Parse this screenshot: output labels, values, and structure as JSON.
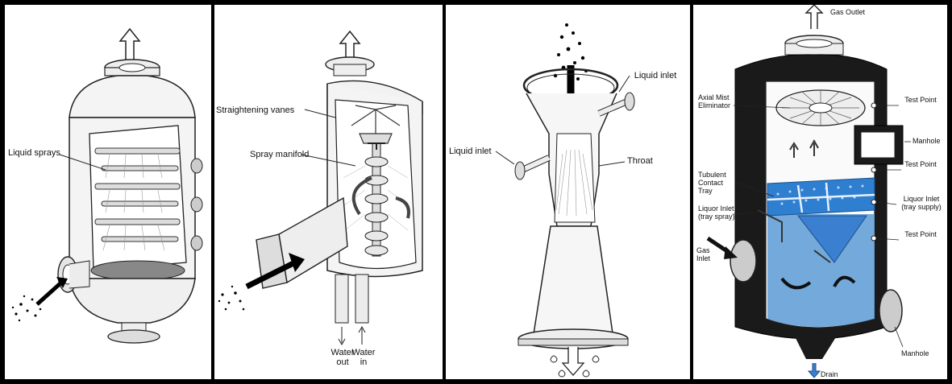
{
  "panels": [
    {
      "labels": {
        "liquid_sprays": "Liquid sprays"
      }
    },
    {
      "labels": {
        "straightening_vanes": "Straightening vanes",
        "spray_manifold": "Spray manifold",
        "water_out": "Water out",
        "water_in": "Water in"
      }
    },
    {
      "labels": {
        "liquid_inlet_left": "Liquid inlet",
        "liquid_inlet_right": "Liquid inlet",
        "throat": "Throat"
      }
    },
    {
      "labels": {
        "gas_outlet": "Gas Outlet",
        "axial_mist_eliminator": "Axial Mist Eliminator",
        "test_point_1": "Test Point",
        "manhole_top": "Manhole",
        "test_point_2": "Test Point",
        "turbulent_contact_tray": "Tubulent Contact Tray",
        "liquor_inlet_tray_spray": "Liquor Inlet (tray spray)",
        "liquor_inlet_tray_supply": "Liquor Inlet (tray supply)",
        "test_point_3": "Test Point",
        "gas_inlet": "Gas Inlet",
        "manhole_bottom": "Manhole",
        "drain": "Drain"
      }
    }
  ],
  "colors": {
    "border": "#000000",
    "line": "#222222",
    "shell_dark": "#1a1a1a",
    "liquid_blue": "#5b9bd5",
    "tray_blue": "#2f7fd1",
    "accent_arrow": "#3b7fd0"
  }
}
